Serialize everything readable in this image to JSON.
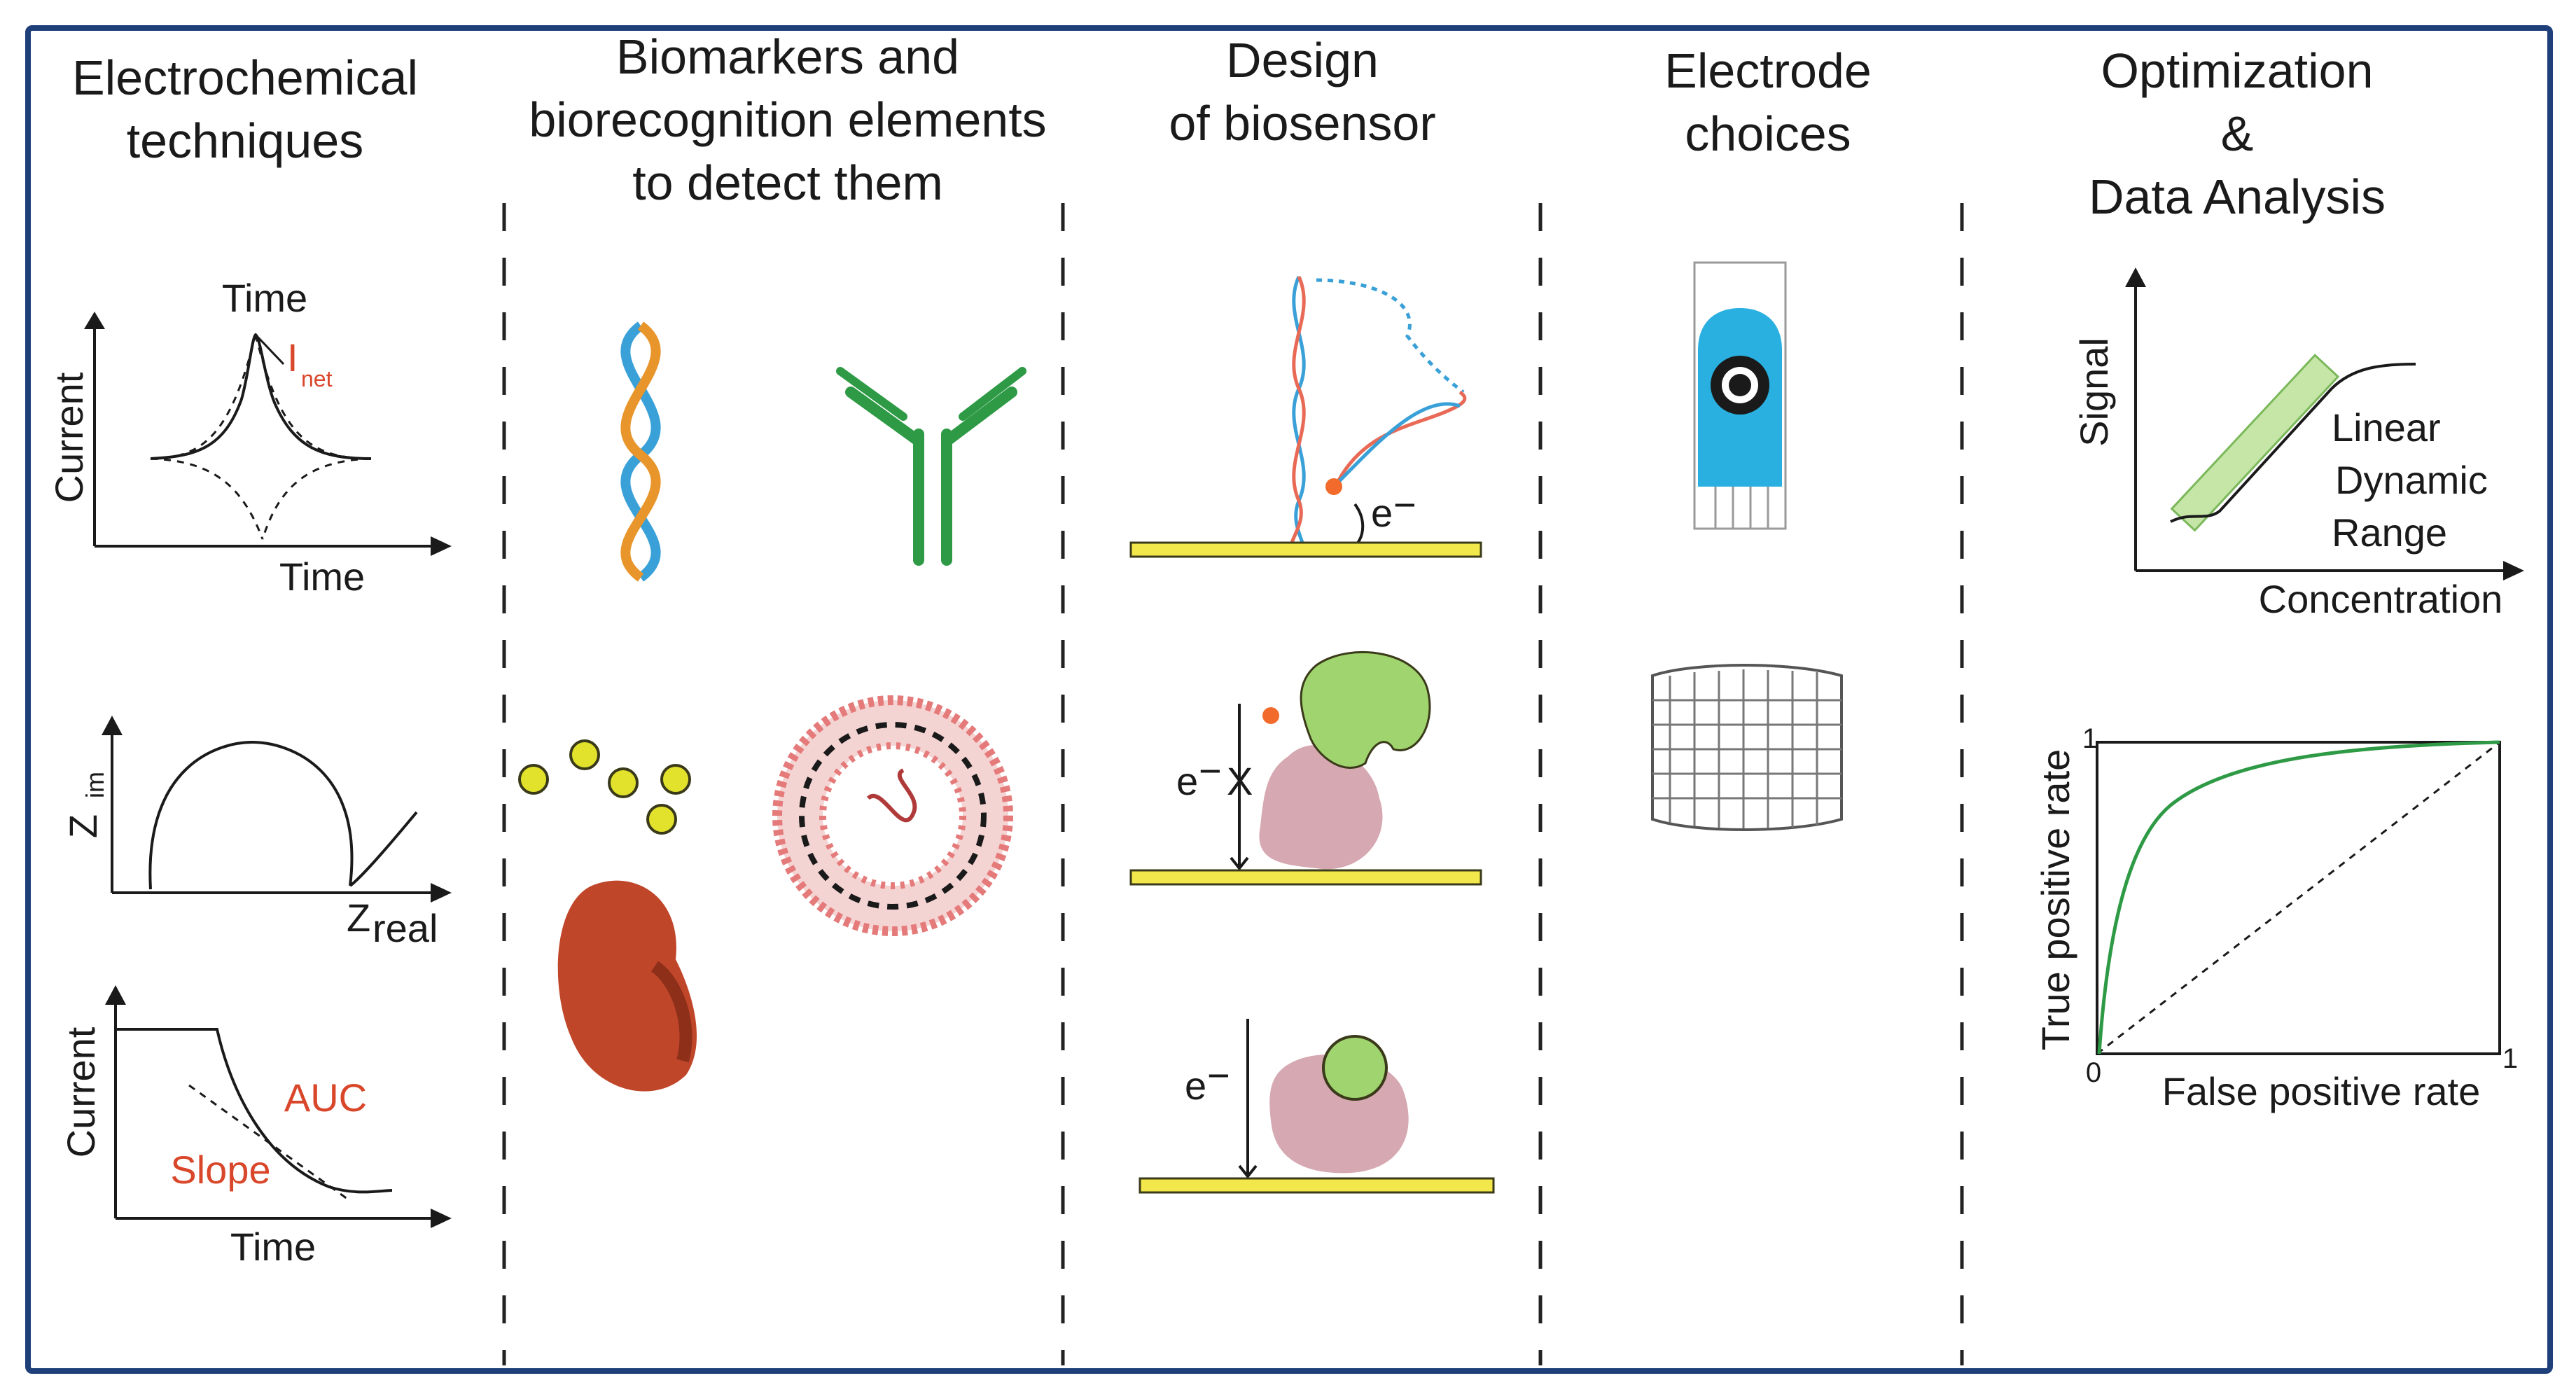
{
  "colors": {
    "border": "#1f3f7a",
    "accent_red": "#d9472b",
    "dna_blue": "#3aa0d8",
    "dna_orange": "#e8952c",
    "antibody_green": "#2e9a45",
    "electrode_gold": "#f2e74b",
    "electrode_cyan": "#29b0e0",
    "protein_green": "#9fd46e",
    "protein_pink": "#d6a8b1",
    "roc_green": "#2e9a45"
  },
  "columns": [
    {
      "title_line1": "Electrochemical",
      "title_line2": "techniques"
    },
    {
      "title_line1": "Biomarkers and",
      "title_line2": "biorecognition elements",
      "title_line3": "to detect them"
    },
    {
      "title_line1": "Design",
      "title_line2": "of biosensor"
    },
    {
      "title_line1": "Electrode",
      "title_line2": "choices"
    },
    {
      "title_line1": "Optimization",
      "title_line2": "&",
      "title_line3": "Data Analysis"
    }
  ],
  "techniques": {
    "voltammetry": {
      "y_label": "Current",
      "x_label": "Time",
      "top_label": "Time",
      "net_label": "I",
      "net_sub": "net"
    },
    "impedance": {
      "y_label": "Z",
      "y_sub": "im",
      "x_label": "Z",
      "x_sub": "real"
    },
    "amperometry": {
      "y_label": "Current",
      "x_label": "Time",
      "auc_label": "AUC",
      "slope_label": "Slope"
    }
  },
  "design": {
    "electron_label": "e",
    "electron_sup": "−",
    "block_symbol": "X"
  },
  "analysis": {
    "calibration": {
      "y_label": "Signal",
      "x_label": "Concentration",
      "range_line1": "Linear",
      "range_line2": "Dynamic",
      "range_line3": "Range"
    },
    "roc": {
      "y_label": "True positive rate",
      "x_label": "False positive rate",
      "origin": "0",
      "x_max": "1",
      "y_max": "1"
    }
  }
}
